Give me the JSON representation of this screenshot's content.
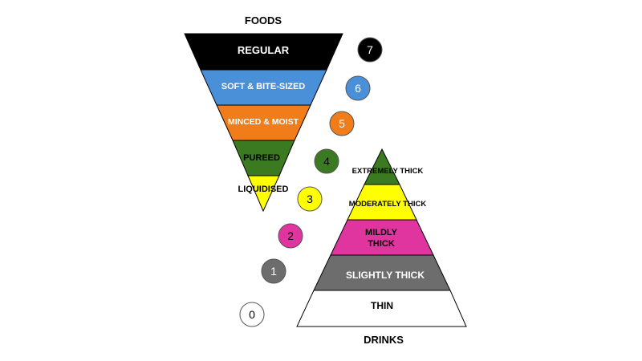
{
  "foods": {
    "title": "FOODS",
    "levels": [
      {
        "label": "REGULAR",
        "color": "#000000",
        "text_color": "#ffffff"
      },
      {
        "label": "SOFT & BITE-SIZED",
        "color": "#4a90d9",
        "text_color": "#ffffff"
      },
      {
        "label": "MINCED & MOIST",
        "color": "#f07c1a",
        "text_color": "#ffffff"
      },
      {
        "label": "PUREED",
        "color": "#3c7a22",
        "text_color": "#000000"
      },
      {
        "label": "LIQUIDISED",
        "color": "#ffff00",
        "text_color": "#000000"
      }
    ]
  },
  "drinks": {
    "title": "DRINKS",
    "levels": [
      {
        "label": "EXTREMELY THICK",
        "color": "#3c7a22",
        "text_color": "#000000"
      },
      {
        "label": "MODERATELY THICK",
        "color": "#ffff00",
        "text_color": "#000000"
      },
      {
        "label_line1": "MILDLY",
        "label_line2": "THICK",
        "color": "#e0359e",
        "text_color": "#000000"
      },
      {
        "label": "SLIGHTLY THICK",
        "color": "#6d6d6d",
        "text_color": "#ffffff"
      },
      {
        "label": "THIN",
        "color": "#ffffff",
        "text_color": "#000000"
      }
    ]
  },
  "circles": [
    {
      "number": "7",
      "color": "#000000",
      "text_color": "#ffffff"
    },
    {
      "number": "6",
      "color": "#4a90d9",
      "text_color": "#ffffff"
    },
    {
      "number": "5",
      "color": "#f07c1a",
      "text_color": "#ffffff"
    },
    {
      "number": "4",
      "color": "#3c7a22",
      "text_color": "#000000"
    },
    {
      "number": "3",
      "color": "#ffff00",
      "text_color": "#000000"
    },
    {
      "number": "2",
      "color": "#e0359e",
      "text_color": "#000000"
    },
    {
      "number": "1",
      "color": "#6d6d6d",
      "text_color": "#ffffff"
    },
    {
      "number": "0",
      "color": "#ffffff",
      "text_color": "#000000"
    }
  ]
}
